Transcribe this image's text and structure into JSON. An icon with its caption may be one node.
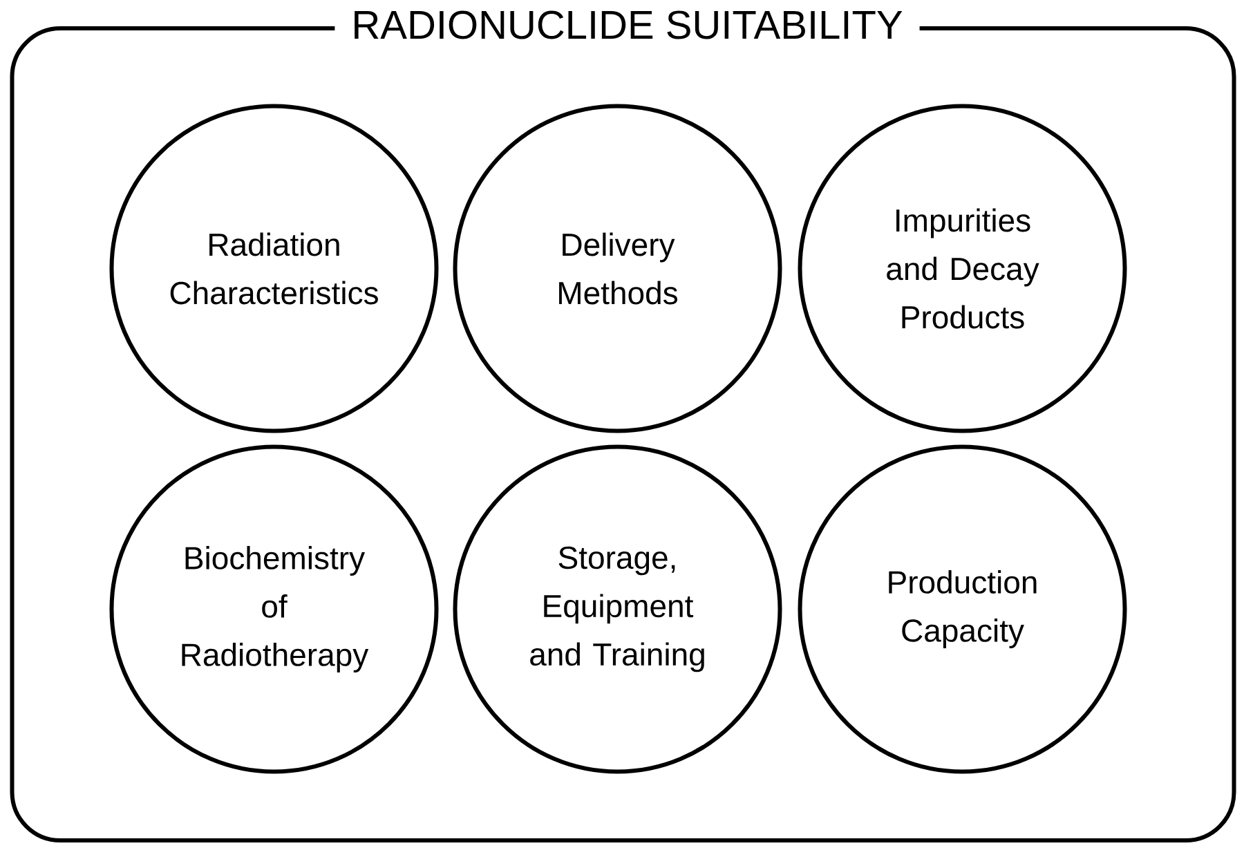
{
  "diagram": {
    "nodes": [
      {
        "text": [
          "RADIONUCLIDE SUITABILITY"
        ]
      },
      {
        "text": [
          "Radiation Characteristics"
        ],
        "in": 0
      },
      {
        "text": [
          "Delivery Methods"
        ],
        "in": 0
      },
      {
        "text": [
          "Impurities and Decay Products"
        ],
        "in": 0
      },
      {
        "text": [
          "Biochemistry of Radiotherapy"
        ],
        "in": 0
      },
      {
        "text": [
          "Storage, Equipment and Training"
        ],
        "in": 0
      },
      {
        "text": [
          "Production Capacity"
        ],
        "in": 0
      }
    ]
  }
}
